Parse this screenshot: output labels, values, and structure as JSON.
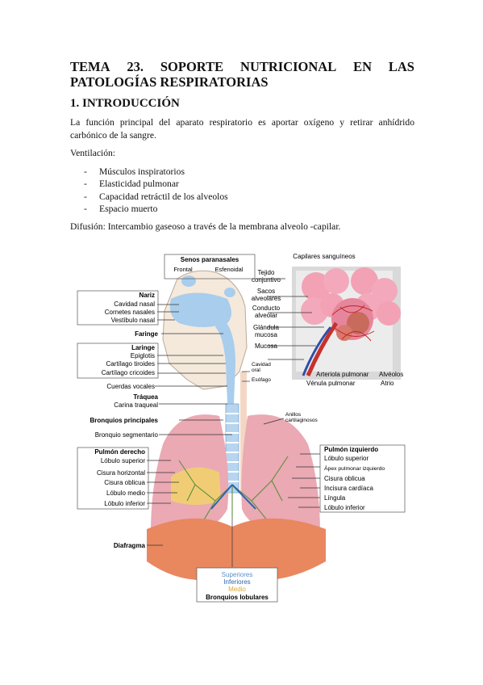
{
  "title": {
    "line1_words": [
      "TEMA",
      "23.",
      "SOPORTE",
      "NUTRICIONAL",
      "EN",
      "LAS"
    ],
    "line2": "PATOLOGÍAS RESPIRATORIAS"
  },
  "section_heading": "1. INTRODUCCIÓN",
  "intro_paragraph": "La función principal del aparato respiratorio es aportar oxígeno y retirar anhídrido carbónico de la sangre.",
  "ventilation_label": "Ventilación:",
  "ventilation_items": [
    "Músculos inspiratorios",
    "Elasticidad pulmonar",
    "Capacidad retráctil de los alveolos",
    "Espacio muerto"
  ],
  "diffusion_text": "Difusión: Intercambio gaseoso a través de la membrana alveolo -capilar.",
  "figure": {
    "senos": "Senos paranasales",
    "frontal": "Frontal",
    "esfenoidal": "Esfenoidal",
    "nariz": "Nariz",
    "cavidad_nasal": "Cavidad nasal",
    "cornetes": "Cornetes nasales",
    "vestibulo": "Vestíbulo nasal",
    "faringe": "Faringe",
    "laringe": "Laringe",
    "epiglotis": "Epiglotis",
    "tiroides": "Cartílago tiroides",
    "cricoides": "Cartílago cricoides",
    "cuerdas": "Cuerdas vocales",
    "traquea": "Tráquea",
    "carina": "Carina traqueal",
    "bronquios_principales": "Bronquios principales",
    "bronquio_segmentario": "Bronquio segmentario",
    "pulmon_derecho": "Pulmón derecho",
    "lobulo_superior_d": "Lóbulo superior",
    "cisura_horizontal": "Cisura horizontal",
    "cisura_oblicua_d": "Cisura oblicua",
    "lobulo_medio": "Lóbulo medio",
    "lobulo_inferior_d": "Lóbulo inferior",
    "diafragma": "Diafragma",
    "superiores": "Superiores",
    "inferiores": "Inferiores",
    "medio": "Medio",
    "bronquios_lobulares": "Bronquios lobulares",
    "capilares": "Capilares sanguíneos",
    "tejido_1": "Tejido",
    "tejido_2": "conjuntivo",
    "sacos_1": "Sacos",
    "sacos_2": "alveolares",
    "conducto_1": "Conducto",
    "conducto_2": "alveolar",
    "glandula_1": "Glándula",
    "glandula_2": "mucosa",
    "mucosa": "Mucosa",
    "cavidad_oral_1": "Cavidad",
    "cavidad_oral_2": "oral",
    "esofago": "Esófago",
    "arteriola": "Arteriola pulmonar",
    "venula": "Vénula pulmonar",
    "alveolos": "Alvéolos",
    "atrio": "Atrio",
    "anillos_1": "Anillos",
    "anillos_2": "cartilaginosos",
    "pulmon_izquierdo": "Pulmón izquierdo",
    "lobulo_superior_i": "Lóbulo superior",
    "apex": "Ápex pulmonar izquierdo",
    "cisura_oblicua_i": "Cisura oblicua",
    "incisura": "Incisura cardíaca",
    "lingula": "Língula",
    "lobulo_inferior_i": "Lóbulo inferior"
  },
  "colors": {
    "lung": "#e8a3ad",
    "diaphragm": "#e9875f",
    "airway": "#9cc4e6",
    "superiores": "#5a8fc9",
    "inferiores": "#2e64b0",
    "medio": "#d9a93b",
    "right_lobe_highlight": "#f1d46a",
    "bronchi_green": "#5c8f3c"
  }
}
